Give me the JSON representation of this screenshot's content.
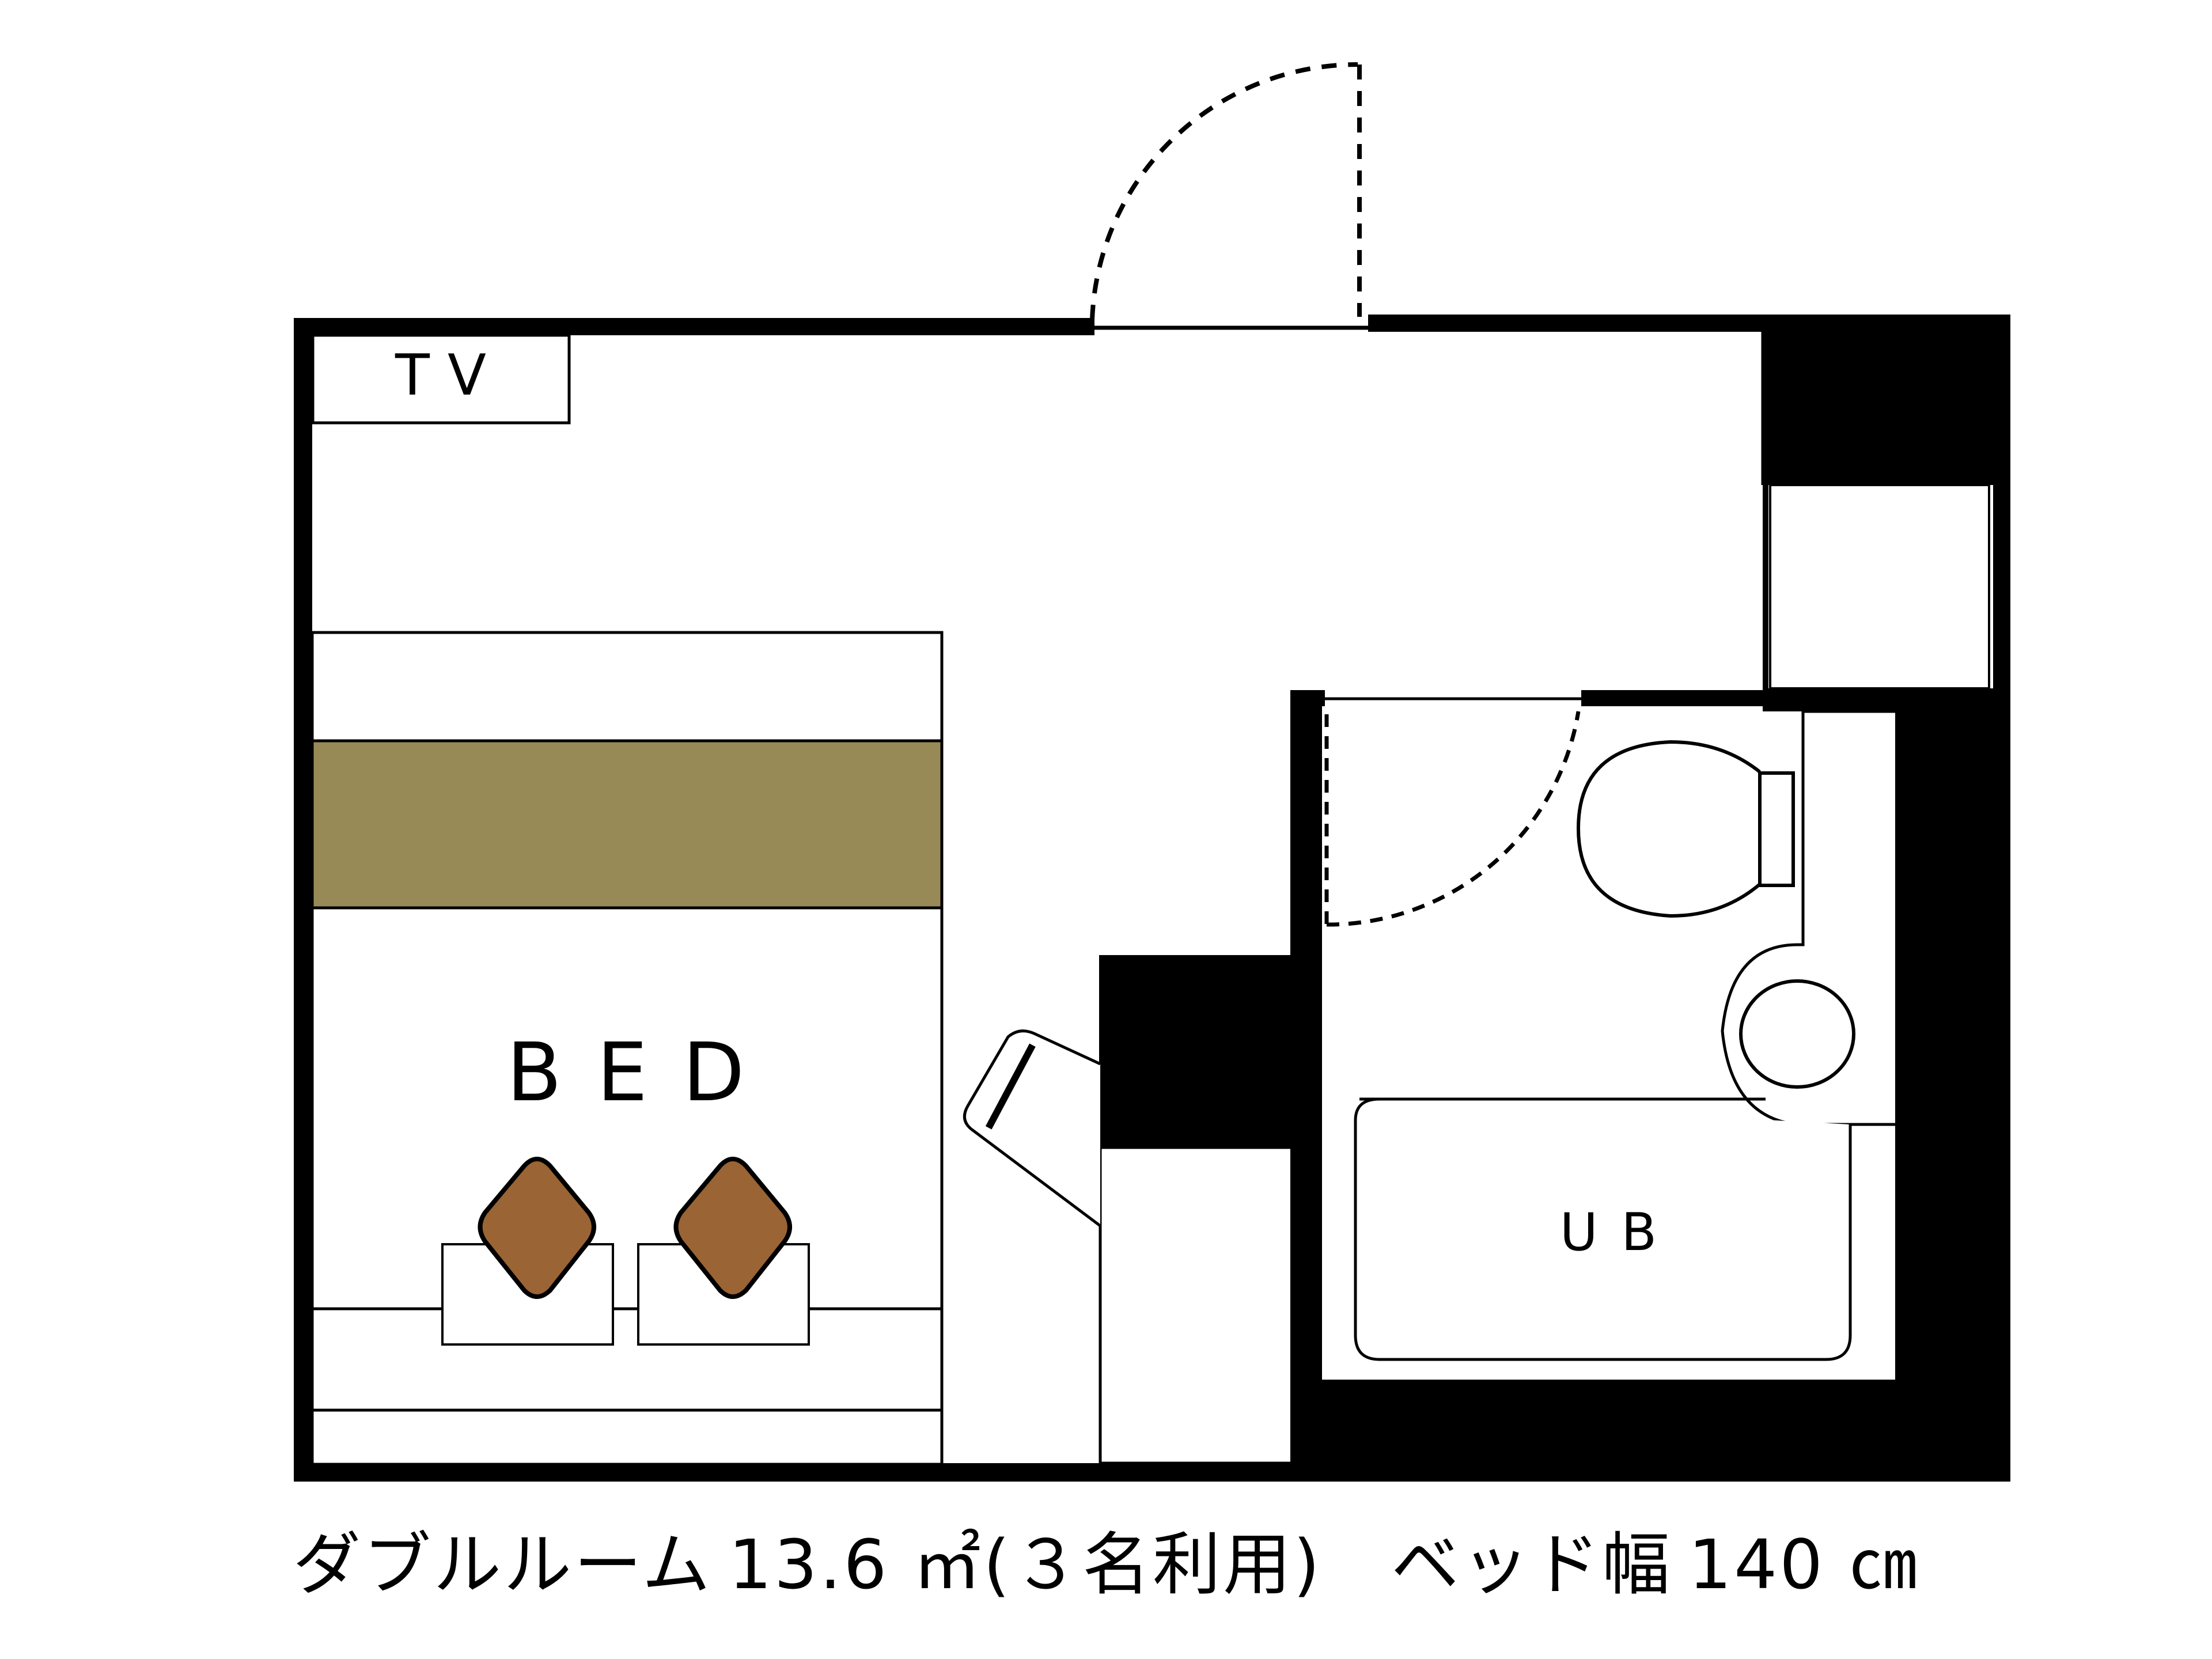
{
  "floor_plan": {
    "title": "ダブルルーム 13.6 ㎡(3名利用)",
    "room_type": "ダブルルーム",
    "area": "13.6 ㎡",
    "occupancy": "(３名利用)",
    "bed_width_label": "ベッド幅",
    "bed_width_value": "140 ㎝",
    "labels": {
      "tv": "T V",
      "bed": "B E D",
      "unit_bath": "U B"
    },
    "colors": {
      "wall": "#000000",
      "floor": "#ffffff",
      "bed_runner": "#978A56",
      "pillow": "#9A6434"
    },
    "elements": [
      {
        "name": "entrance-door",
        "type": "swing-door"
      },
      {
        "name": "tv-stand",
        "label": "T V"
      },
      {
        "name": "double-bed",
        "label": "B E D",
        "pillows": 2
      },
      {
        "name": "closet",
        "location": "top-right"
      },
      {
        "name": "desk",
        "location": "center-bottom"
      },
      {
        "name": "chair",
        "location": "beside-desk"
      },
      {
        "name": "bathroom-door",
        "type": "swing-door"
      },
      {
        "name": "toilet"
      },
      {
        "name": "washbasin"
      },
      {
        "name": "bathtub",
        "label": "U B"
      }
    ]
  }
}
